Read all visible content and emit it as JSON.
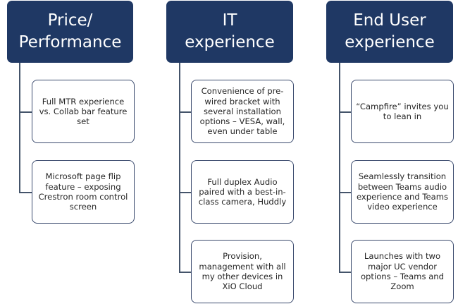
{
  "diagram": {
    "colors": {
      "header_fill": "#1f3864",
      "connector": "#44546a",
      "child_border": "#3b4b6e"
    },
    "columns": [
      {
        "title": "Price/\nPerformance",
        "items": [
          "Full MTR experience vs. Collab bar feature set",
          "Microsoft page flip feature – exposing Crestron room control screen"
        ]
      },
      {
        "title": "IT\nexperience",
        "items": [
          "Convenience of pre-wired bracket with several installation options – VESA, wall, even under table",
          "Full duplex Audio paired with a best-in-class camera, Huddly",
          "Provision, management with all my other devices in XiO Cloud"
        ]
      },
      {
        "title": "End User\nexperience",
        "items": [
          "“Campfire” invites you to lean in",
          "Seamlessly transition between Teams audio experience and Teams video experience",
          "Launches with two major UC vendor options – Teams and Zoom"
        ]
      }
    ]
  }
}
